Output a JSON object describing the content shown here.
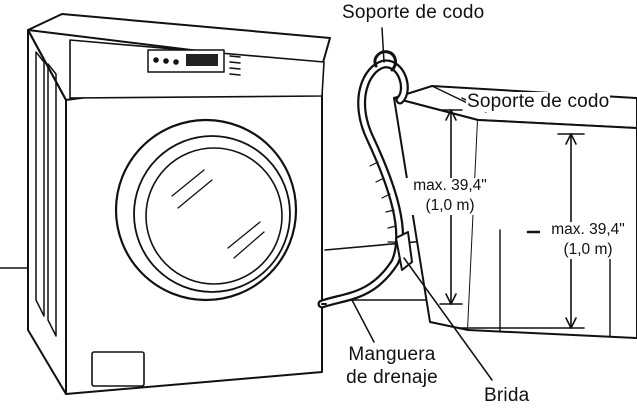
{
  "labels": {
    "elbow_bracket_top": "Soporte de codo",
    "elbow_bracket_tub": "Soporte de codo",
    "max_height_1_value": "max. 39,4\"",
    "max_height_1_metric": "(1,0 m)",
    "max_height_2_value": "max. 39,4\"",
    "max_height_2_metric": "(1,0 m)",
    "drain_hose_line1": "Manguera",
    "drain_hose_line2": "de drenaje",
    "clamp": "Brida"
  },
  "colors": {
    "line": "#111111",
    "hose_fill": "#ffffff",
    "background": "#ffffff"
  }
}
